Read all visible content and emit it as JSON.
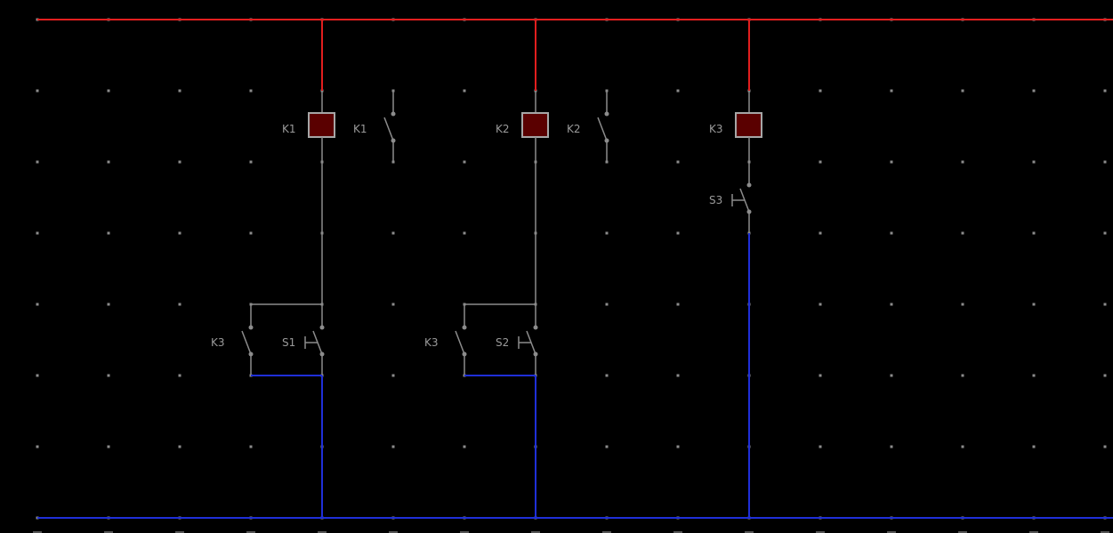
{
  "colors": {
    "background": "#000000",
    "grid_dot": "#8c8c8c",
    "supply_rail": "#e21e1e",
    "return_rail": "#1f2fd8",
    "wire": "#8c8c8c",
    "coil_fill": "#5a0000",
    "coil_border": "#a6a6a6",
    "label": "#9a9a9a"
  },
  "labels": {
    "coil_k1": "K1",
    "contact_k1": "K1",
    "contact_k3_a": "K3",
    "button_s1": "S1",
    "coil_k2": "K2",
    "contact_k2": "K2",
    "contact_k3_b": "K3",
    "button_s2": "S2",
    "coil_k3": "K3",
    "button_s3": "S3"
  }
}
